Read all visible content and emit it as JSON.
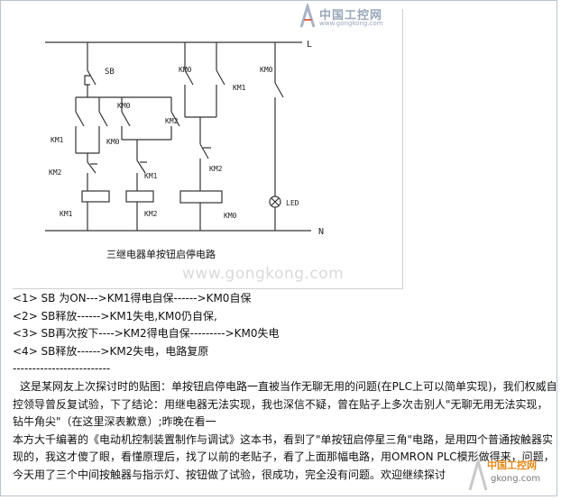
{
  "logo": {
    "name": "中国工控网",
    "url": "www.gongkong.com"
  },
  "diagram": {
    "title": "三继电器单按钮启停电路",
    "watermark": "www.gongkong.com",
    "labels": {
      "line_L": "L",
      "line_N": "N",
      "sb": "SB",
      "km0_contact_top": "KM0",
      "km0_contact_right": "KM0",
      "km1_contact_top": "KM1",
      "km0_mid_left": "KM0",
      "km2_mid_right": "KM2",
      "km1_left": "KM1",
      "km0_low": "KM0",
      "km2_low_left": "KM2",
      "km1_low_mid": "KM1",
      "km2_right_branch": "KM2",
      "coil_km1": "KM1",
      "coil_km2": "KM2",
      "coil_km0": "KM0",
      "led": "LED"
    }
  },
  "text": {
    "lines": [
      "<1> SB 为ON--->KM1得电自保------>KM0自保",
      "<2> SB释放------>KM1失电,KM0仍自保,",
      "<3> SB再次按下---->KM2得电自保--------->KM0失电",
      "<4> SB释放------>KM2失电，电路复原",
      "-------------------------"
    ],
    "para1": "这是某网友上次探讨时的贴图：单按钮启停电路一直被当作无聊无用的问题(在PLC上可以简单实现)，我们权威自控领导曾反复试验，下了结论：用继电器无法实现，我也深信不疑，曾在贴子上多次击别人\"无聊无用无法实现，钻牛角尖\"（在这里深表歉意）;昨晚在看一",
    "para2": "本方大千编著的《电动机控制装置制作与调试》这本书，看到了\"单按钮启停星三角\"电路，是用四个普通按触器实现的，我这才傻了眼，看懂原理后，找了以前的老贴子，看了上面那幅电路，用OMRON PLC模形做得来，问题，今天用了三个中间按触器与指示灯、按钮做了试验，很成功，完全没有问题。欢迎继续探讨"
  },
  "watermark_br": {
    "name": "中国工控网",
    "url": "gkong.com"
  }
}
